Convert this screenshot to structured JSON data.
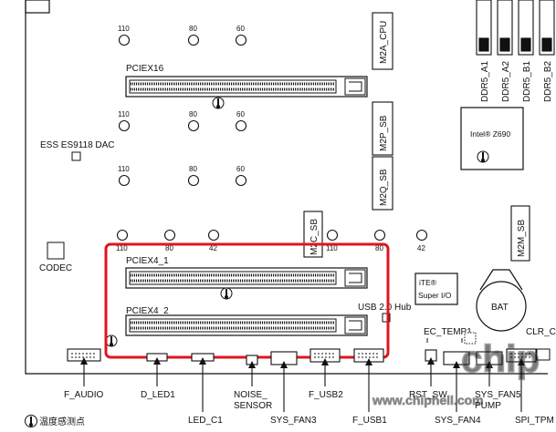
{
  "mount_holes": {
    "row_a": [
      "110",
      "80",
      "60"
    ],
    "row_b": [
      "110",
      "80",
      "60"
    ],
    "row_c": [
      "110",
      "80",
      "60"
    ],
    "row_d": [
      "110",
      "80",
      "42",
      "110",
      "80",
      "42"
    ]
  },
  "slots": {
    "pciex16": "PCIEX16",
    "pciex4_1": "PCIEX4_1",
    "pciex4_2": "PCIEX4_2"
  },
  "m2": {
    "cpu": "M2A_CPU",
    "sb_p": "M2P_SB",
    "sb_q": "M2Q_SB",
    "sb_c": "M2C_SB",
    "sb_m": "M2M_SB"
  },
  "dimms": [
    "DDR5_A1",
    "DDR5_A2",
    "DDR5_B1",
    "DDR5_B2"
  ],
  "chips": {
    "chipset": "Intel® Z690",
    "superio_line1": "iTE®",
    "superio_line2": "Super I/O",
    "dac": "ESS ES9118 DAC",
    "codec": "CODEC",
    "usb_hub": "USB 2.0 Hub",
    "battery": "BAT"
  },
  "headers": {
    "f_audio": "F_AUDIO",
    "d_led1": "D_LED1",
    "led_c1": "LED_C1",
    "noise_line1": "NOISE_",
    "noise_line2": "SENSOR",
    "sys_fan3": "SYS_FAN3",
    "f_usb2": "F_USB2",
    "f_usb1": "F_USB1",
    "rst_sw": "RST_SW",
    "sys_fan4": "SYS_FAN4",
    "sys_fan5_line1": "SYS_FAN5",
    "sys_fan5_line2": "PUMP",
    "spi_tpm": "SPI_TPM",
    "clr_cmos": "CLR_CMOS",
    "ec_temp1": "EC_TEMP1"
  },
  "legend": {
    "sensor_text": "温度感测点"
  },
  "watermark": {
    "main": "chip",
    "url": "www.chiphell.com"
  },
  "colors": {
    "highlight": "#e0141e",
    "outline": "#111111"
  }
}
